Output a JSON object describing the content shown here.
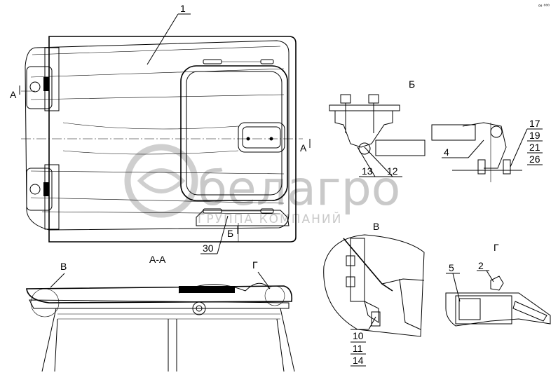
{
  "corner_mark": "ᵒ⁸ ⁰⁰⁰",
  "watermark": {
    "brand": "белагро",
    "tagline": "ГРУППА КОМПАНИЙ"
  },
  "views": {
    "section_aa": "А-А",
    "view_b_big": "Б",
    "view_v": "В",
    "view_g": "Г"
  },
  "section_marks": {
    "a_left": "А",
    "a_right": "А",
    "b_bottom": "Б",
    "v_section": "В",
    "g_section": "Г"
  },
  "callouts": {
    "c1": "1",
    "c2": "2",
    "c4": "4",
    "c5": "5",
    "c10": "10",
    "c11": "11",
    "c12": "12",
    "c13": "13",
    "c14": "14",
    "c17": "17",
    "c19": "19",
    "c21": "21",
    "c26": "26",
    "c30": "30"
  }
}
